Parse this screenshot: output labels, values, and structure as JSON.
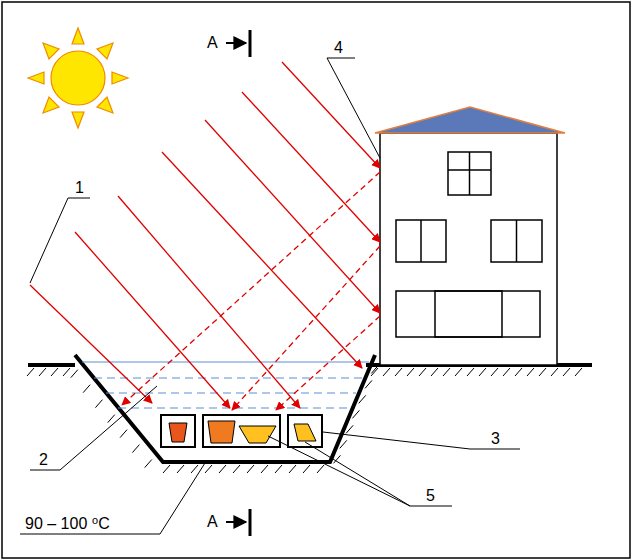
{
  "diagram": {
    "labels": [
      "A",
      "A",
      "1",
      "2",
      "3",
      "4",
      "5",
      "90 – 100 ⁰C"
    ]
  }
}
